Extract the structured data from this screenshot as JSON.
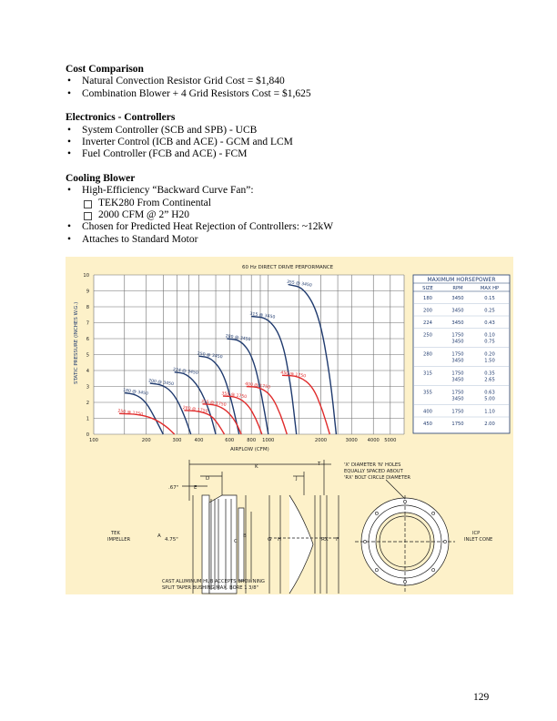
{
  "sections": [
    {
      "heading": "Cost Comparison",
      "bullets": [
        "Natural Convection Resistor Grid Cost = $1,840",
        "Combination Blower + 4 Grid Resistors Cost = $1,625"
      ]
    },
    {
      "heading": "Electronics - Controllers",
      "bullets": [
        "System Controller (SCB and SPB) - UCB",
        "Inverter Control (ICB and ACE) - GCM and LCM",
        "Fuel Controller (FCB and ACE) - FCM"
      ]
    }
  ],
  "cooling": {
    "heading": "Cooling Blower",
    "b1": "High-Efficiency “Backward Curve Fan”:",
    "sub": [
      "TEK280 From Continental",
      "2000 CFM @ 2” H20"
    ],
    "b2": "Chosen for Predicted Heat Rejection of Controllers: ~12kW",
    "b3": "Attaches to Standard Motor"
  },
  "chart": {
    "title": "60 Hz DIRECT DRIVE PERFORMANCE",
    "ylabel": "STATIC PRESSURE (INCHES W.G.)",
    "xlabel": "AIRFLOW (CFM)",
    "y_ticks": [
      "0",
      "1",
      "2",
      "3",
      "4",
      "5",
      "6",
      "7",
      "8",
      "9",
      "10"
    ],
    "x_ticks": [
      "100",
      "200",
      "300",
      "400",
      "600",
      "800",
      "1000",
      "2000",
      "3000",
      "4000",
      "5000"
    ],
    "colors": {
      "blue": "#1f3a6e",
      "red": "#e02b2b",
      "grid": "#6f6f6f"
    }
  },
  "chart_data": {
    "type": "line",
    "title": "60 Hz DIRECT DRIVE PERFORMANCE",
    "xlabel": "AIRFLOW (CFM)",
    "ylabel": "STATIC PRESSURE (INCHES W.G.)",
    "x_scale": "log",
    "xlim": [
      100,
      6000
    ],
    "ylim": [
      0,
      10
    ],
    "grid": true,
    "series": [
      {
        "name": "180 @ 3450",
        "color": "#1f3a6e",
        "x": [
          150,
          175,
          200,
          225,
          250
        ],
        "y": [
          2.6,
          2.5,
          2.0,
          1.0,
          0
        ]
      },
      {
        "name": "200 @ 3450",
        "color": "#1f3a6e",
        "x": [
          210,
          250,
          290,
          330,
          360
        ],
        "y": [
          3.2,
          3.1,
          2.5,
          1.2,
          0
        ]
      },
      {
        "name": "224 @ 3450",
        "color": "#1f3a6e",
        "x": [
          290,
          340,
          400,
          460,
          500
        ],
        "y": [
          3.9,
          3.8,
          3.0,
          1.5,
          0
        ]
      },
      {
        "name": "250 @ 3450",
        "color": "#1f3a6e",
        "x": [
          400,
          470,
          550,
          620,
          680
        ],
        "y": [
          4.9,
          4.8,
          3.9,
          2.0,
          0
        ]
      },
      {
        "name": "280 @ 3450",
        "color": "#1f3a6e",
        "x": [
          580,
          700,
          820,
          920,
          1000
        ],
        "y": [
          6.0,
          5.9,
          4.8,
          2.4,
          0
        ]
      },
      {
        "name": "315 @ 3450",
        "color": "#1f3a6e",
        "x": [
          800,
          1000,
          1200,
          1350,
          1450
        ],
        "y": [
          7.4,
          7.3,
          6.0,
          3.0,
          0
        ]
      },
      {
        "name": "355 @ 3450",
        "color": "#1f3a6e",
        "x": [
          1300,
          1600,
          1950,
          2250,
          2450
        ],
        "y": [
          9.4,
          9.2,
          7.5,
          3.8,
          0
        ]
      },
      {
        "name": "250 @ 1750",
        "color": "#e02b2b",
        "x": [
          140,
          180,
          220,
          260,
          290
        ],
        "y": [
          1.3,
          1.25,
          1.0,
          0.5,
          0
        ]
      },
      {
        "name": "280 @ 1750",
        "color": "#e02b2b",
        "x": [
          330,
          400,
          470,
          520,
          560
        ],
        "y": [
          1.5,
          1.45,
          1.2,
          0.6,
          0
        ]
      },
      {
        "name": "315 @ 1750",
        "color": "#e02b2b",
        "x": [
          420,
          500,
          580,
          650,
          700
        ],
        "y": [
          1.9,
          1.85,
          1.5,
          0.8,
          0
        ]
      },
      {
        "name": "355 @ 1750",
        "color": "#e02b2b",
        "x": [
          550,
          660,
          760,
          850,
          920
        ],
        "y": [
          2.4,
          2.35,
          1.9,
          1.0,
          0
        ]
      },
      {
        "name": "400 @ 1750",
        "color": "#e02b2b",
        "x": [
          750,
          900,
          1050,
          1180,
          1280
        ],
        "y": [
          3.0,
          2.95,
          2.4,
          1.2,
          0
        ]
      },
      {
        "name": "450 @ 1750",
        "color": "#e02b2b",
        "x": [
          1200,
          1500,
          1800,
          2050,
          2250
        ],
        "y": [
          3.7,
          3.65,
          3.0,
          1.5,
          0
        ]
      }
    ]
  },
  "hp_table": {
    "title": "MAXIMUM HORSEPOWER",
    "headers": [
      "SIZE",
      "RPM",
      "MAX HP"
    ],
    "rows": [
      {
        "size": "180",
        "rpm": [
          "3450"
        ],
        "hp": [
          "0.15"
        ]
      },
      {
        "size": "200",
        "rpm": [
          "3450"
        ],
        "hp": [
          "0.25"
        ]
      },
      {
        "size": "224",
        "rpm": [
          "3450"
        ],
        "hp": [
          "0.43"
        ]
      },
      {
        "size": "250",
        "rpm": [
          "1750",
          "3450"
        ],
        "hp": [
          "0.10",
          "0.75"
        ]
      },
      {
        "size": "280",
        "rpm": [
          "1750",
          "3450"
        ],
        "hp": [
          "0.20",
          "1.50"
        ]
      },
      {
        "size": "315",
        "rpm": [
          "1750",
          "3450"
        ],
        "hp": [
          "0.35",
          "2.65"
        ]
      },
      {
        "size": "355",
        "rpm": [
          "1750",
          "3450"
        ],
        "hp": [
          "0.63",
          "5.00"
        ]
      },
      {
        "size": "400",
        "rpm": [
          "1750"
        ],
        "hp": [
          "1.10"
        ]
      },
      {
        "size": "450",
        "rpm": [
          "1750"
        ],
        "hp": [
          "2.00"
        ]
      }
    ]
  },
  "drawing": {
    "dims": {
      "k": "K",
      "t": "T",
      "d": "D",
      "e": "E",
      "j": "J",
      "a": "A",
      "b": "B",
      "c": "C",
      "g": "G",
      "h": "H",
      "rx": "RX",
      "f": "F",
      "d67": ".67\"",
      "d475": "4.75\""
    },
    "holes_note": [
      "'X' DIAMETER 'N' HOLES",
      "EQUALLY SPACED ABOUT",
      "'RX' BOLT CIRCLE DIAMETER"
    ],
    "left_label": [
      "TEK",
      "IMPELLER"
    ],
    "right_label": [
      "ICP",
      "INLET CONE"
    ],
    "hub_note": [
      "CAST ALUMINUM HUB ACCEPTS BROWNING",
      "SPLIT TAPER BUSHING MAX. BORE 1 3/8\""
    ]
  },
  "page_number": "129"
}
